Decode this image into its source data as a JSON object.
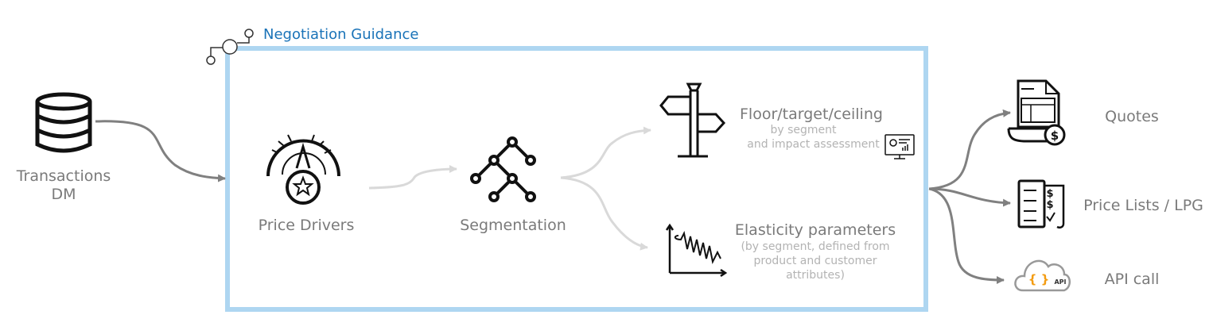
{
  "group": {
    "title": "Negotiation Guidance",
    "border_color": "#aed6f1",
    "title_color": "#1a73b8"
  },
  "nodes": {
    "transactions": {
      "line1": "Transactions",
      "line2": "DM",
      "icon": "database-icon"
    },
    "price_drivers": {
      "label": "Price Drivers",
      "icon": "gauge-star-icon"
    },
    "segmentation": {
      "label": "Segmentation",
      "icon": "tree-network-icon"
    },
    "floor": {
      "title": "Floor/target/ceiling",
      "sub1": "by segment",
      "sub2": "and impact assessment",
      "icon": "signpost-icon",
      "icon2": "monitor-chart-icon"
    },
    "elasticity": {
      "title": "Elasticity parameters",
      "sub1": "(by segment, defined from",
      "sub2": "product and customer",
      "sub3": "attributes)",
      "icon": "spring-graph-icon"
    },
    "quotes": {
      "label": "Quotes",
      "icon": "quote-document-icon"
    },
    "price_lists": {
      "label": "Price Lists / LPG",
      "icon": "price-list-icon"
    },
    "api": {
      "label": "API call",
      "icon": "cloud-api-icon",
      "api_text": "API",
      "braces": "{ }"
    }
  },
  "colors": {
    "dark_arrow": "#808080",
    "light_arrow": "#d9d9d9",
    "icon_stroke": "#111111",
    "api_braces": "#f39c12"
  }
}
